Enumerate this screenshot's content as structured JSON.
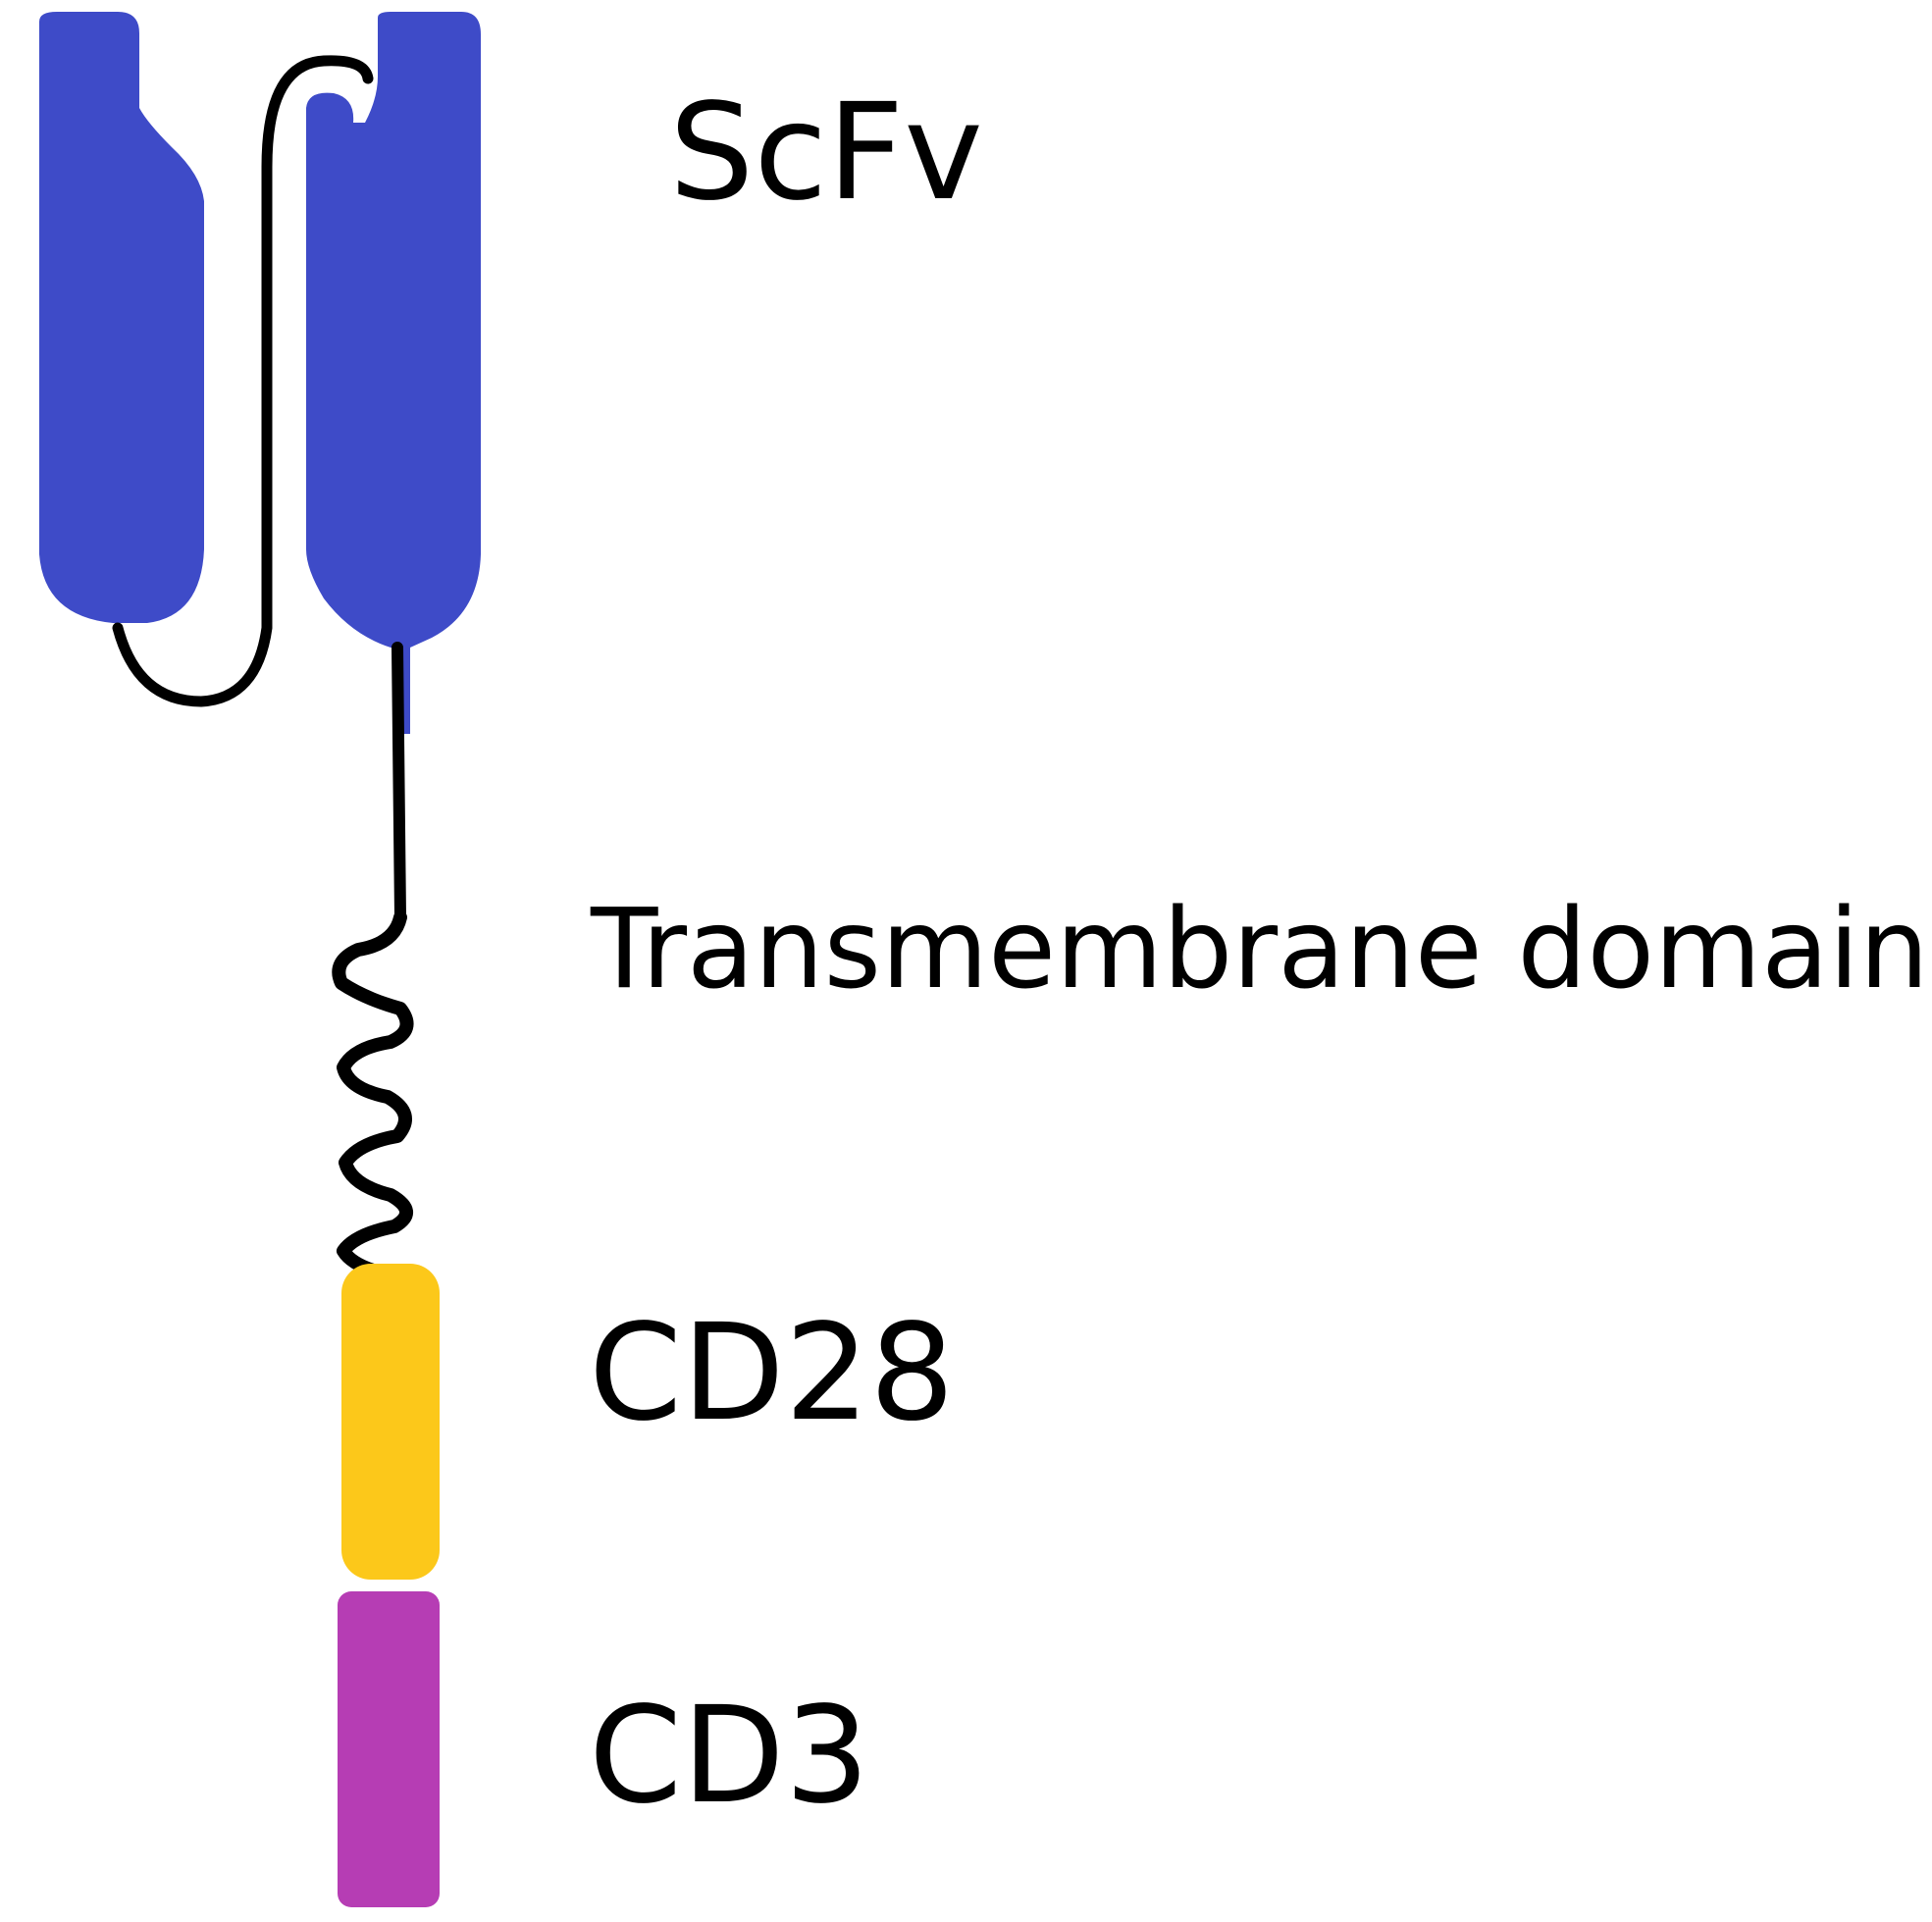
{
  "labels": {
    "scfv": "ScFv",
    "transmembrane": "Transmembrane domain",
    "cd28": "CD28",
    "cd3": "CD3"
  },
  "colors": {
    "scfv": "#3e4bc8",
    "cd28": "#fcc81a",
    "cd3": "#b63db4",
    "linker": "#000000",
    "background": "#ffffff"
  }
}
